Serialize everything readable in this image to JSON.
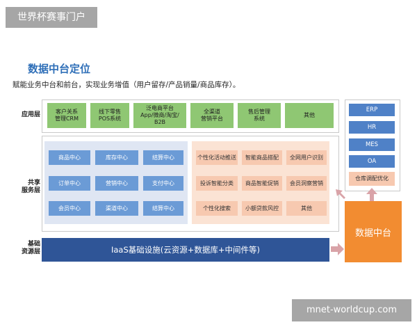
{
  "watermarks": {
    "top": "世界杯赛事门户",
    "bottom": "mnet-worldcup.com"
  },
  "title": "数据中台定位",
  "subtitle": "赋能业务中台和前台，实现业务增值（用户留存/产品销量/商品库存）。",
  "layers": {
    "app": "应用层",
    "shared_l1": "共享",
    "shared_l2": "服务层",
    "base_l1": "基础",
    "base_l2": "资源层"
  },
  "app_boxes": [
    [
      "客户关系",
      "管理CRM"
    ],
    [
      "线下零售",
      "POS系统"
    ],
    [
      "泛电商平台",
      "App/微商/淘宝/",
      "B2B"
    ],
    [
      "全渠道",
      "营销平台"
    ],
    [
      "售后管理",
      "系统"
    ],
    [
      "其他"
    ]
  ],
  "business_center": [
    "商品中心",
    "库存中心",
    "结算中心",
    "订单中心",
    "营销中心",
    "支付中心",
    "会员中心",
    "渠道中心",
    "结算中心"
  ],
  "data_apps": [
    "个性化活动推送",
    "智能商品搭配",
    "全网用户识别",
    "投诉智能分类",
    "商品智能促销",
    "会员洞察营销",
    "个性化搜索",
    "小额贷款风控",
    "其他"
  ],
  "right_systems": [
    "ERP",
    "HR",
    "MES",
    "OA"
  ],
  "warehouse": "仓库调配优化",
  "iaas": "IaaS基础设施(云资源+数据库+中间件等)",
  "data_platform": "数据中台",
  "colors": {
    "accent": "#2f6fb8",
    "green": "#8fc773",
    "blue": "#6b9bd6",
    "navy": "#2f5597",
    "orange": "#f28c31",
    "pink": "#f7c9b0",
    "arrow": "#d9a3a8"
  }
}
